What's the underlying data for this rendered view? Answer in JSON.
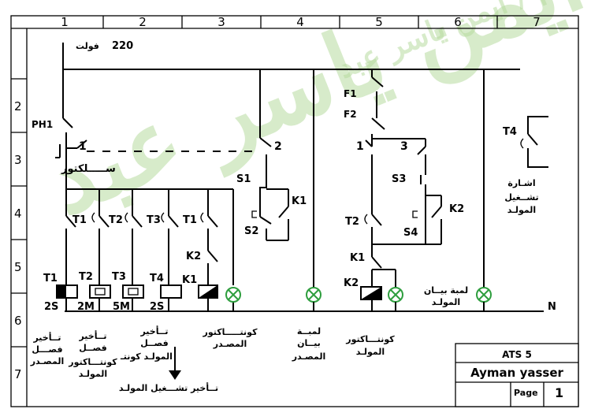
{
  "columns": [
    "1",
    "2",
    "3",
    "4",
    "5",
    "6",
    "7"
  ],
  "rows": [
    "2",
    "3",
    "4",
    "5",
    "6",
    "7"
  ],
  "supply": {
    "voltage": "220",
    "unit": "فولت",
    "neutral": "N"
  },
  "contacts": {
    "ph1": "PH1",
    "c1": "1",
    "c2": "2",
    "c1b": "1",
    "c3": "3",
    "contactor_word": "ســـــلكتور",
    "f1": "F1",
    "f2": "F2",
    "s1": "S1",
    "s2": "S2",
    "s3": "S3",
    "s4": "S4",
    "k1a": "K1",
    "k1b": "K1",
    "k2a": "K2",
    "k2b": "K2",
    "t1a": "T1",
    "t2a": "T2",
    "t3a": "T3",
    "t1b": "T1",
    "t2b": "T2",
    "t4": "T4"
  },
  "coils": {
    "t1": "T1",
    "t2": "T2",
    "t3": "T3",
    "t4": "T4",
    "k1": "K1",
    "k2": "K2",
    "t1_time": "2S",
    "t2_time": "2M",
    "t3_time": "5M",
    "t4_time": "2S"
  },
  "captions": {
    "a1": "تــأخير",
    "a2": "فصـــل",
    "a3": "المصـدر",
    "b1": "تــأخير",
    "b2": "فصــل",
    "b3": "كونتـــاكتور",
    "b4": "المولـد",
    "c1": "تــأخير",
    "c2": "فصــل",
    "c3": "المولـد كونتـ",
    "d1": "كونتـــــاكتور",
    "d2": "المصـدر",
    "e1": "لمبــة",
    "e2": "بيــان",
    "e3": "المصـدر",
    "f1": "كونتـــاكتور",
    "f2": "المولـد",
    "g1": "لمبة بيــان",
    "g2": "المولـد",
    "h1": "اشـارة",
    "h2": "تشــغيل",
    "h3": "المولـد",
    "bottom": "تــأخير تشـــغيل المولـد"
  },
  "title_block": {
    "title": "ATS 5",
    "author": "Ayman yasser",
    "page_label": "Page",
    "page_number": "1"
  },
  "watermark": {
    "main": "م/ أيمن ياسر عبد",
    "small": "م / أيمن ياسر عبد"
  },
  "colors": {
    "lamp": "#2e9e3e",
    "ink": "#000000",
    "watermark": "#b7dba0"
  }
}
